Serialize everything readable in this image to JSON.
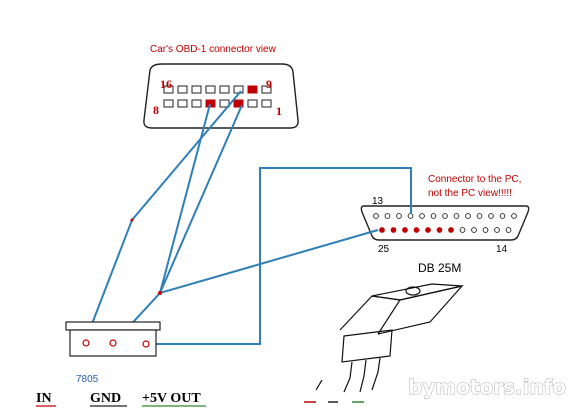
{
  "obd": {
    "title": "Car's  OBD-1   connector view",
    "pin_top_left": "16",
    "pin_top_right": "9",
    "pin_bottom_left": "8",
    "pin_bottom_right": "1"
  },
  "db25": {
    "note_line1": "Connector to the PC,",
    "note_line2": "not the PC view!!!!!",
    "pin_13": "13",
    "pin_25": "25",
    "pin_14": "14",
    "name": "DB 25M"
  },
  "regulator": {
    "model": "7805",
    "label_in": "IN",
    "label_gnd": "GND",
    "label_out": "+5V OUT"
  },
  "watermark": "bymotors.info",
  "colors": {
    "wire": "#2f7fb8",
    "pin_red": "#c00000",
    "label_blue": "#2a5fa8"
  }
}
